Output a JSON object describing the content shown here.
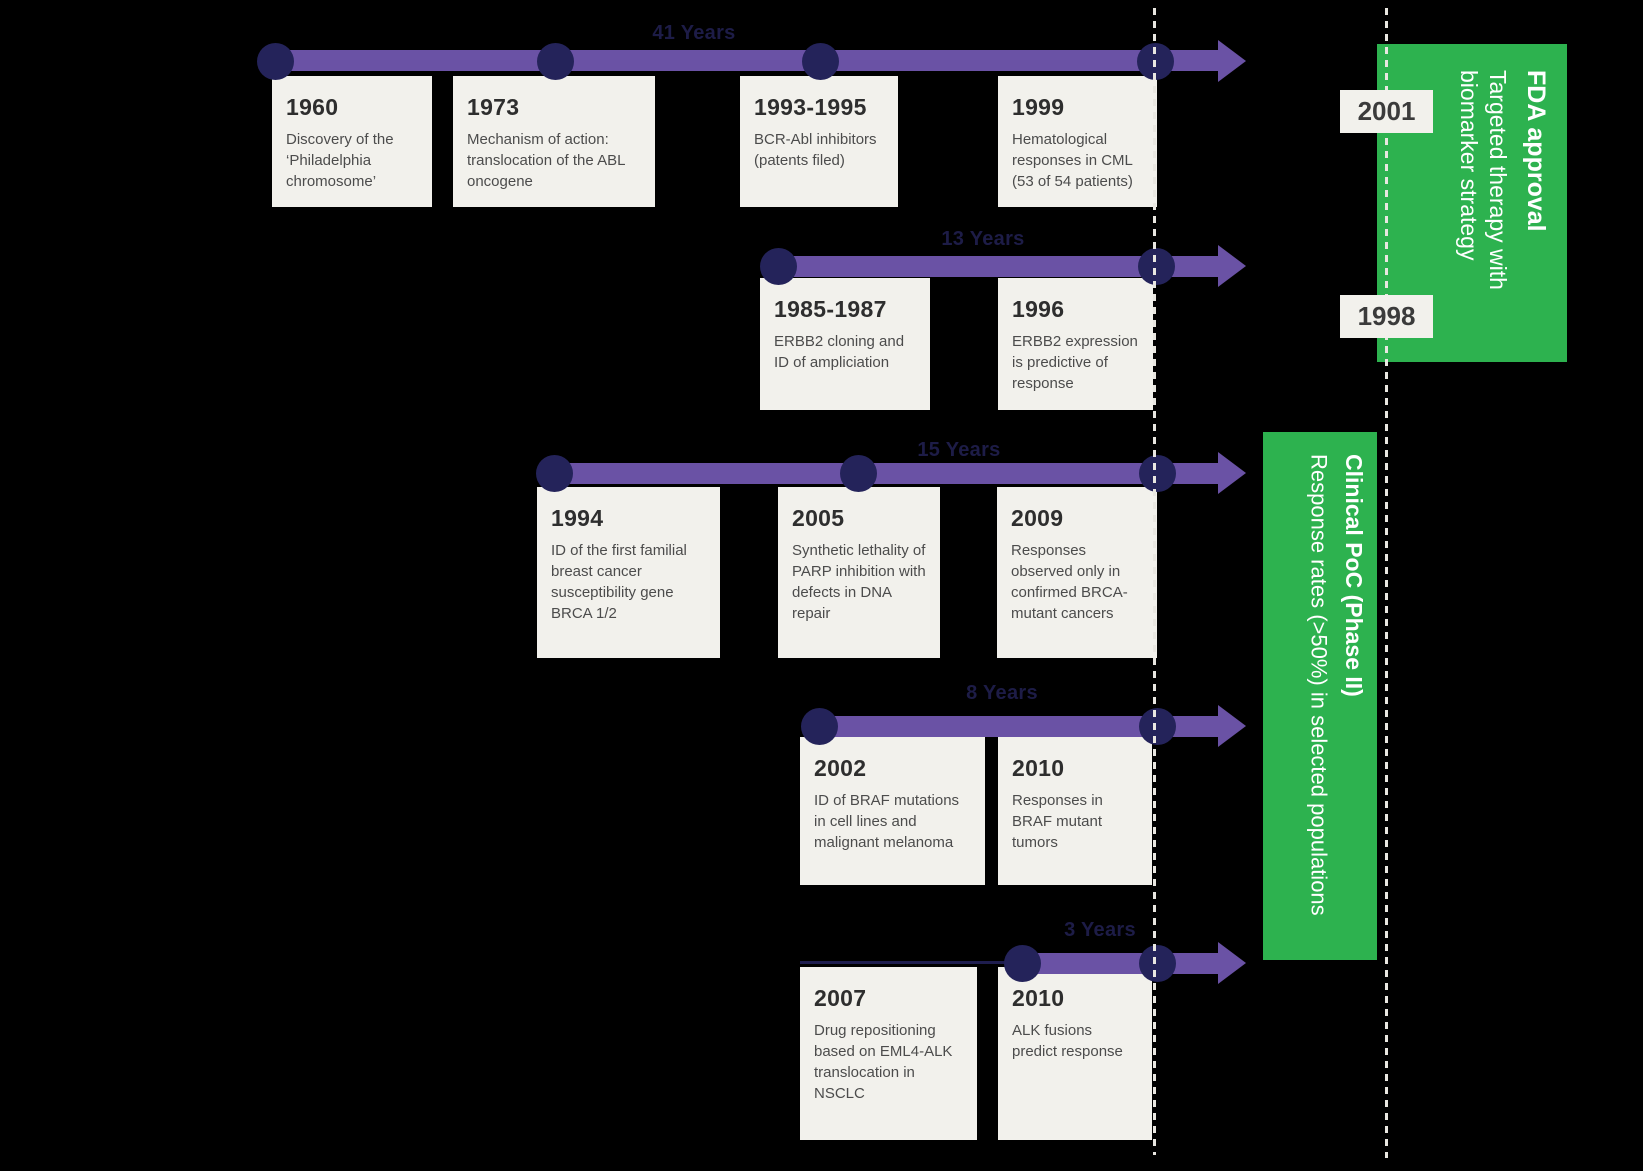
{
  "diagram": {
    "background": "#000000",
    "colors": {
      "timeline_purple": "#6a52a5",
      "milestone_navy": "#24235a",
      "thin_line_navy": "#1e1d4e",
      "card_background": "#f2f1ec",
      "card_year_text": "#2e2e2e",
      "card_body_text": "#4c4c4c",
      "duration_label_text": "#1d1c47",
      "dashed_line": "#e9e7e1",
      "milestone_green": "#2db24f",
      "milestone_text": "#ffffff"
    }
  },
  "timelines": [
    {
      "duration_label": "41 Years",
      "cards": [
        {
          "title": "1960",
          "body": "Discovery of the ‘Philadelphia chromosome’"
        },
        {
          "title": "1973",
          "body": "Mechanism of action: translocation of the ABL oncogene"
        },
        {
          "title": "1993-1995",
          "body": "BCR-Abl inhibitors (patents filed)"
        },
        {
          "title": "1999",
          "body": "Hematological responses in CML (53 of 54 patients)"
        }
      ]
    },
    {
      "duration_label": "13 Years",
      "cards": [
        {
          "title": "1985-1987",
          "body": "ERBB2 cloning and ID of ampliciation"
        },
        {
          "title": "1996",
          "body": "ERBB2 expression is predictive of response"
        }
      ]
    },
    {
      "duration_label": "15 Years",
      "cards": [
        {
          "title": "1994",
          "body": "ID of the first familial breast cancer susceptibility gene BRCA 1/2"
        },
        {
          "title": "2005",
          "body": "Synthetic lethality of PARP inhibition with defects in DNA repair"
        },
        {
          "title": "2009",
          "body": "Responses observed only in confirmed BRCA-mutant cancers"
        }
      ]
    },
    {
      "duration_label": "8 Years",
      "cards": [
        {
          "title": "2002",
          "body": "ID of BRAF mutations in cell lines and malignant melanoma"
        },
        {
          "title": "2010",
          "body": "Responses in BRAF mutant tumors"
        }
      ]
    },
    {
      "duration_label": "3 Years",
      "cards": [
        {
          "title": "2007",
          "body": "Drug repositioning based on EML4-ALK translocation in NSCLC"
        },
        {
          "title": "2010",
          "body": "ALK fusions predict response"
        }
      ]
    }
  ],
  "year_markers": [
    {
      "label": "2001"
    },
    {
      "label": "1998"
    }
  ],
  "milestone_boxes": [
    {
      "title": "FDA approval",
      "body": "Targeted therapy with biomarker strategy"
    },
    {
      "title": "Clinical PoC (Phase II)",
      "body": "Response rates (>50%) in selected populations"
    }
  ]
}
